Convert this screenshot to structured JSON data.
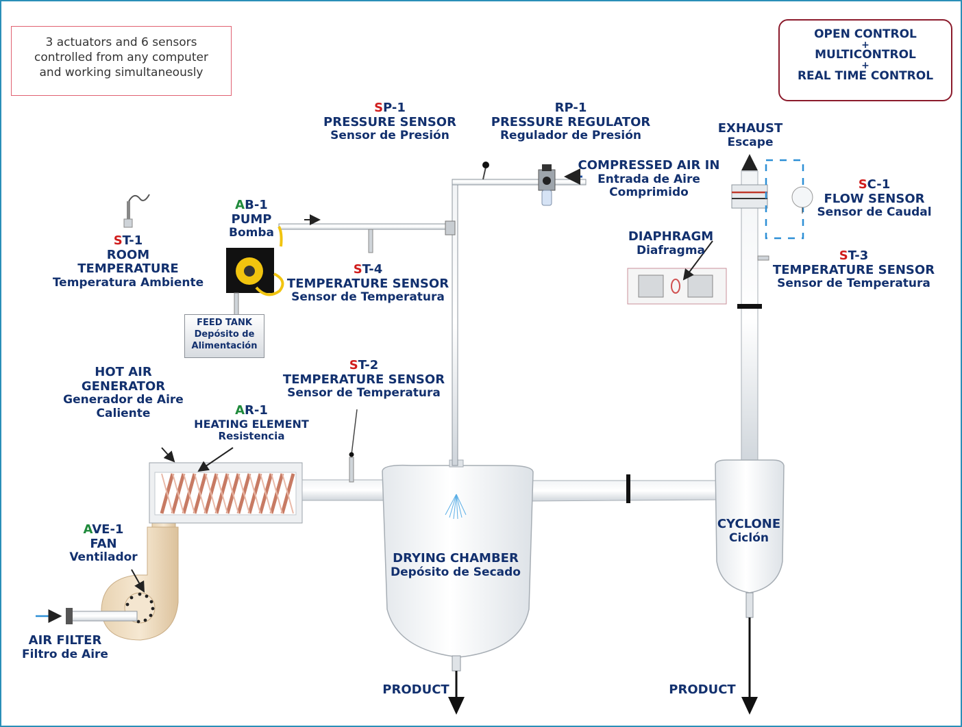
{
  "info": {
    "text": "3 actuators and 6 sensors\ncontrolled from any computer\nand working simultaneously"
  },
  "control": {
    "line1": "OPEN CONTROL",
    "plus": "+",
    "line2": "MULTICONTROL",
    "line3": "REAL TIME CONTROL"
  },
  "sp1": {
    "prefix": "S",
    "code": "P-1",
    "en": "PRESSURE SENSOR",
    "es": "Sensor de Presión"
  },
  "rp1": {
    "code": "RP-1",
    "en": "PRESSURE REGULATOR",
    "es": "Regulador de Presión"
  },
  "compressed": {
    "en": "COMPRESSED AIR IN",
    "es1": "Entrada de Aire",
    "es2": "Comprimido"
  },
  "exhaust": {
    "en": "EXHAUST",
    "es": "Escape"
  },
  "sc1": {
    "prefix": "S",
    "code": "C-1",
    "en": "FLOW SENSOR",
    "es": "Sensor de Caudal"
  },
  "diaphragm": {
    "en": "DIAPHRAGM",
    "es": "Diafragma"
  },
  "st3": {
    "prefix": "S",
    "code": "T-3",
    "en": "TEMPERATURE SENSOR",
    "es": "Sensor de Temperatura"
  },
  "ab1": {
    "prefix": "A",
    "code": "B-1",
    "en": "PUMP",
    "es": "Bomba"
  },
  "st1": {
    "prefix": "S",
    "code": "T-1",
    "en1": "ROOM",
    "en2": "TEMPERATURE",
    "es": "Temperatura Ambiente"
  },
  "st4": {
    "prefix": "S",
    "code": "T-4",
    "en": "TEMPERATURE SENSOR",
    "es": "Sensor de Temperatura"
  },
  "tank": {
    "l1": "FEED TANK",
    "l2": "Depósito de",
    "l3": "Alimentación"
  },
  "hotair": {
    "en1": "HOT AIR",
    "en2": "GENERATOR",
    "es1": "Generador de Aire",
    "es2": "Caliente"
  },
  "ar1": {
    "prefix": "A",
    "code": "R-1",
    "en": "HEATING ELEMENT",
    "es": "Resistencia"
  },
  "st2": {
    "prefix": "S",
    "code": "T-2",
    "en": "TEMPERATURE SENSOR",
    "es": "Sensor de Temperatura"
  },
  "ave1": {
    "prefix": "A",
    "code": "VE-1",
    "en": "FAN",
    "es": "Ventilador"
  },
  "filter": {
    "en": "AIR FILTER",
    "es": "Filtro de Aire"
  },
  "chamber": {
    "en": "DRYING CHAMBER",
    "es": "Depósito de Secado"
  },
  "cyclone": {
    "en": "CYCLONE",
    "es": "Ciclón"
  },
  "product": {
    "label": "PRODUCT"
  },
  "colors": {
    "sensor_prefix": "#d01c1c",
    "actuator_prefix": "#1f8a3b",
    "label_text": "#12306e",
    "badge_border": "#8b1a2b"
  }
}
